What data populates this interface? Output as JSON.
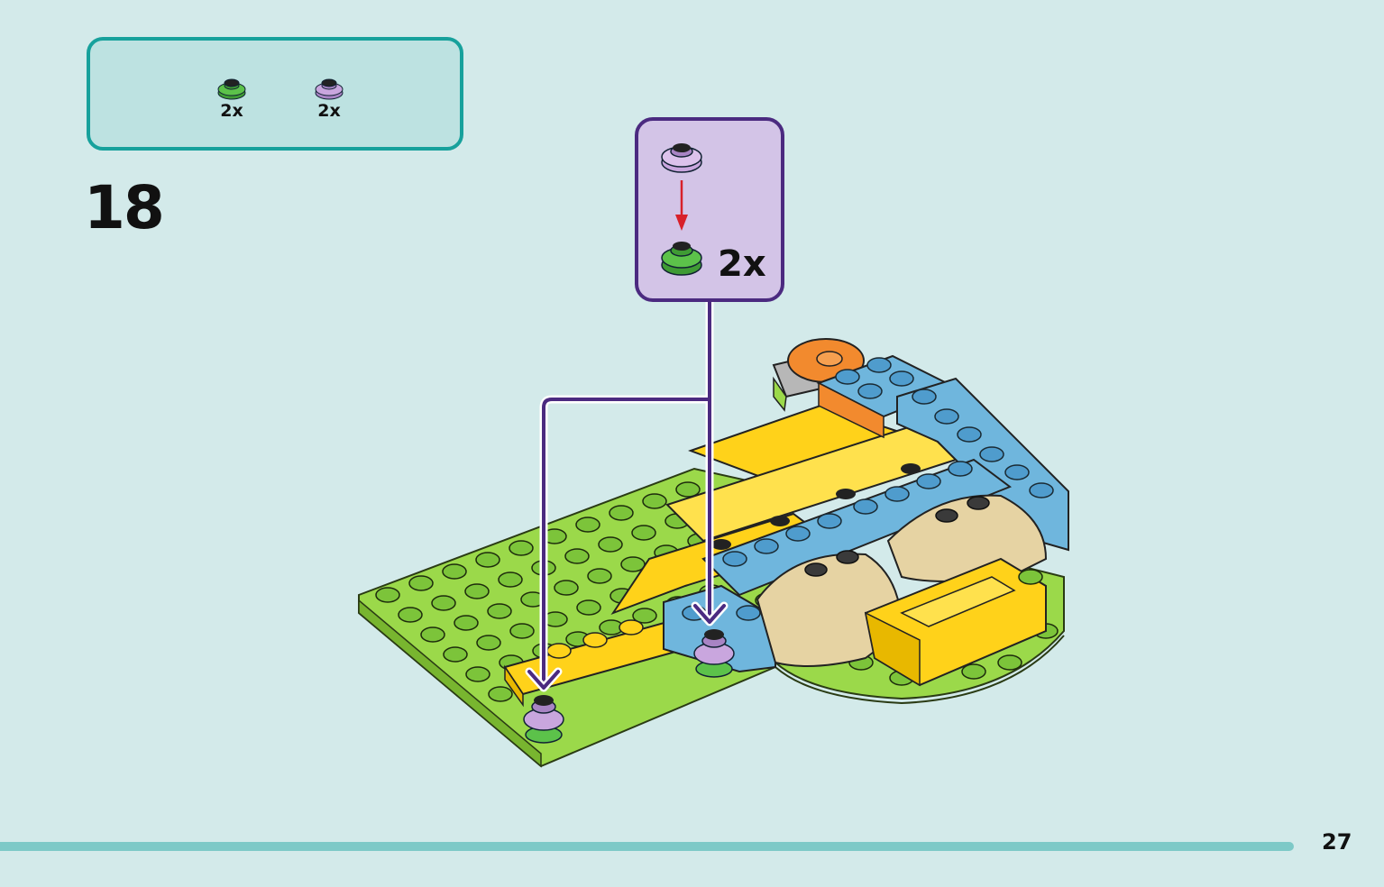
{
  "parts_list": {
    "items": [
      {
        "name": "green-round-plate",
        "color": "#5cc24a",
        "quantity": "2x"
      },
      {
        "name": "lavender-flower-plate",
        "color": "#c9a6de",
        "quantity": "2x"
      }
    ]
  },
  "step": {
    "number": "18"
  },
  "callout": {
    "quantity": "2x"
  },
  "colors": {
    "background": "#d3eaea",
    "parts_border": "#17a19c",
    "callout_border": "#4b2a80",
    "callout_fill": "#d3c4e7",
    "baseplate_green": "#9bd94a",
    "stud_green": "#7cc43a",
    "yellow": "#ffd21a",
    "blue": "#6fb6dd",
    "tan": "#e6d3a3",
    "orange": "#f28a2e",
    "arrow_red": "#d8202a"
  },
  "page": {
    "number": "27"
  }
}
